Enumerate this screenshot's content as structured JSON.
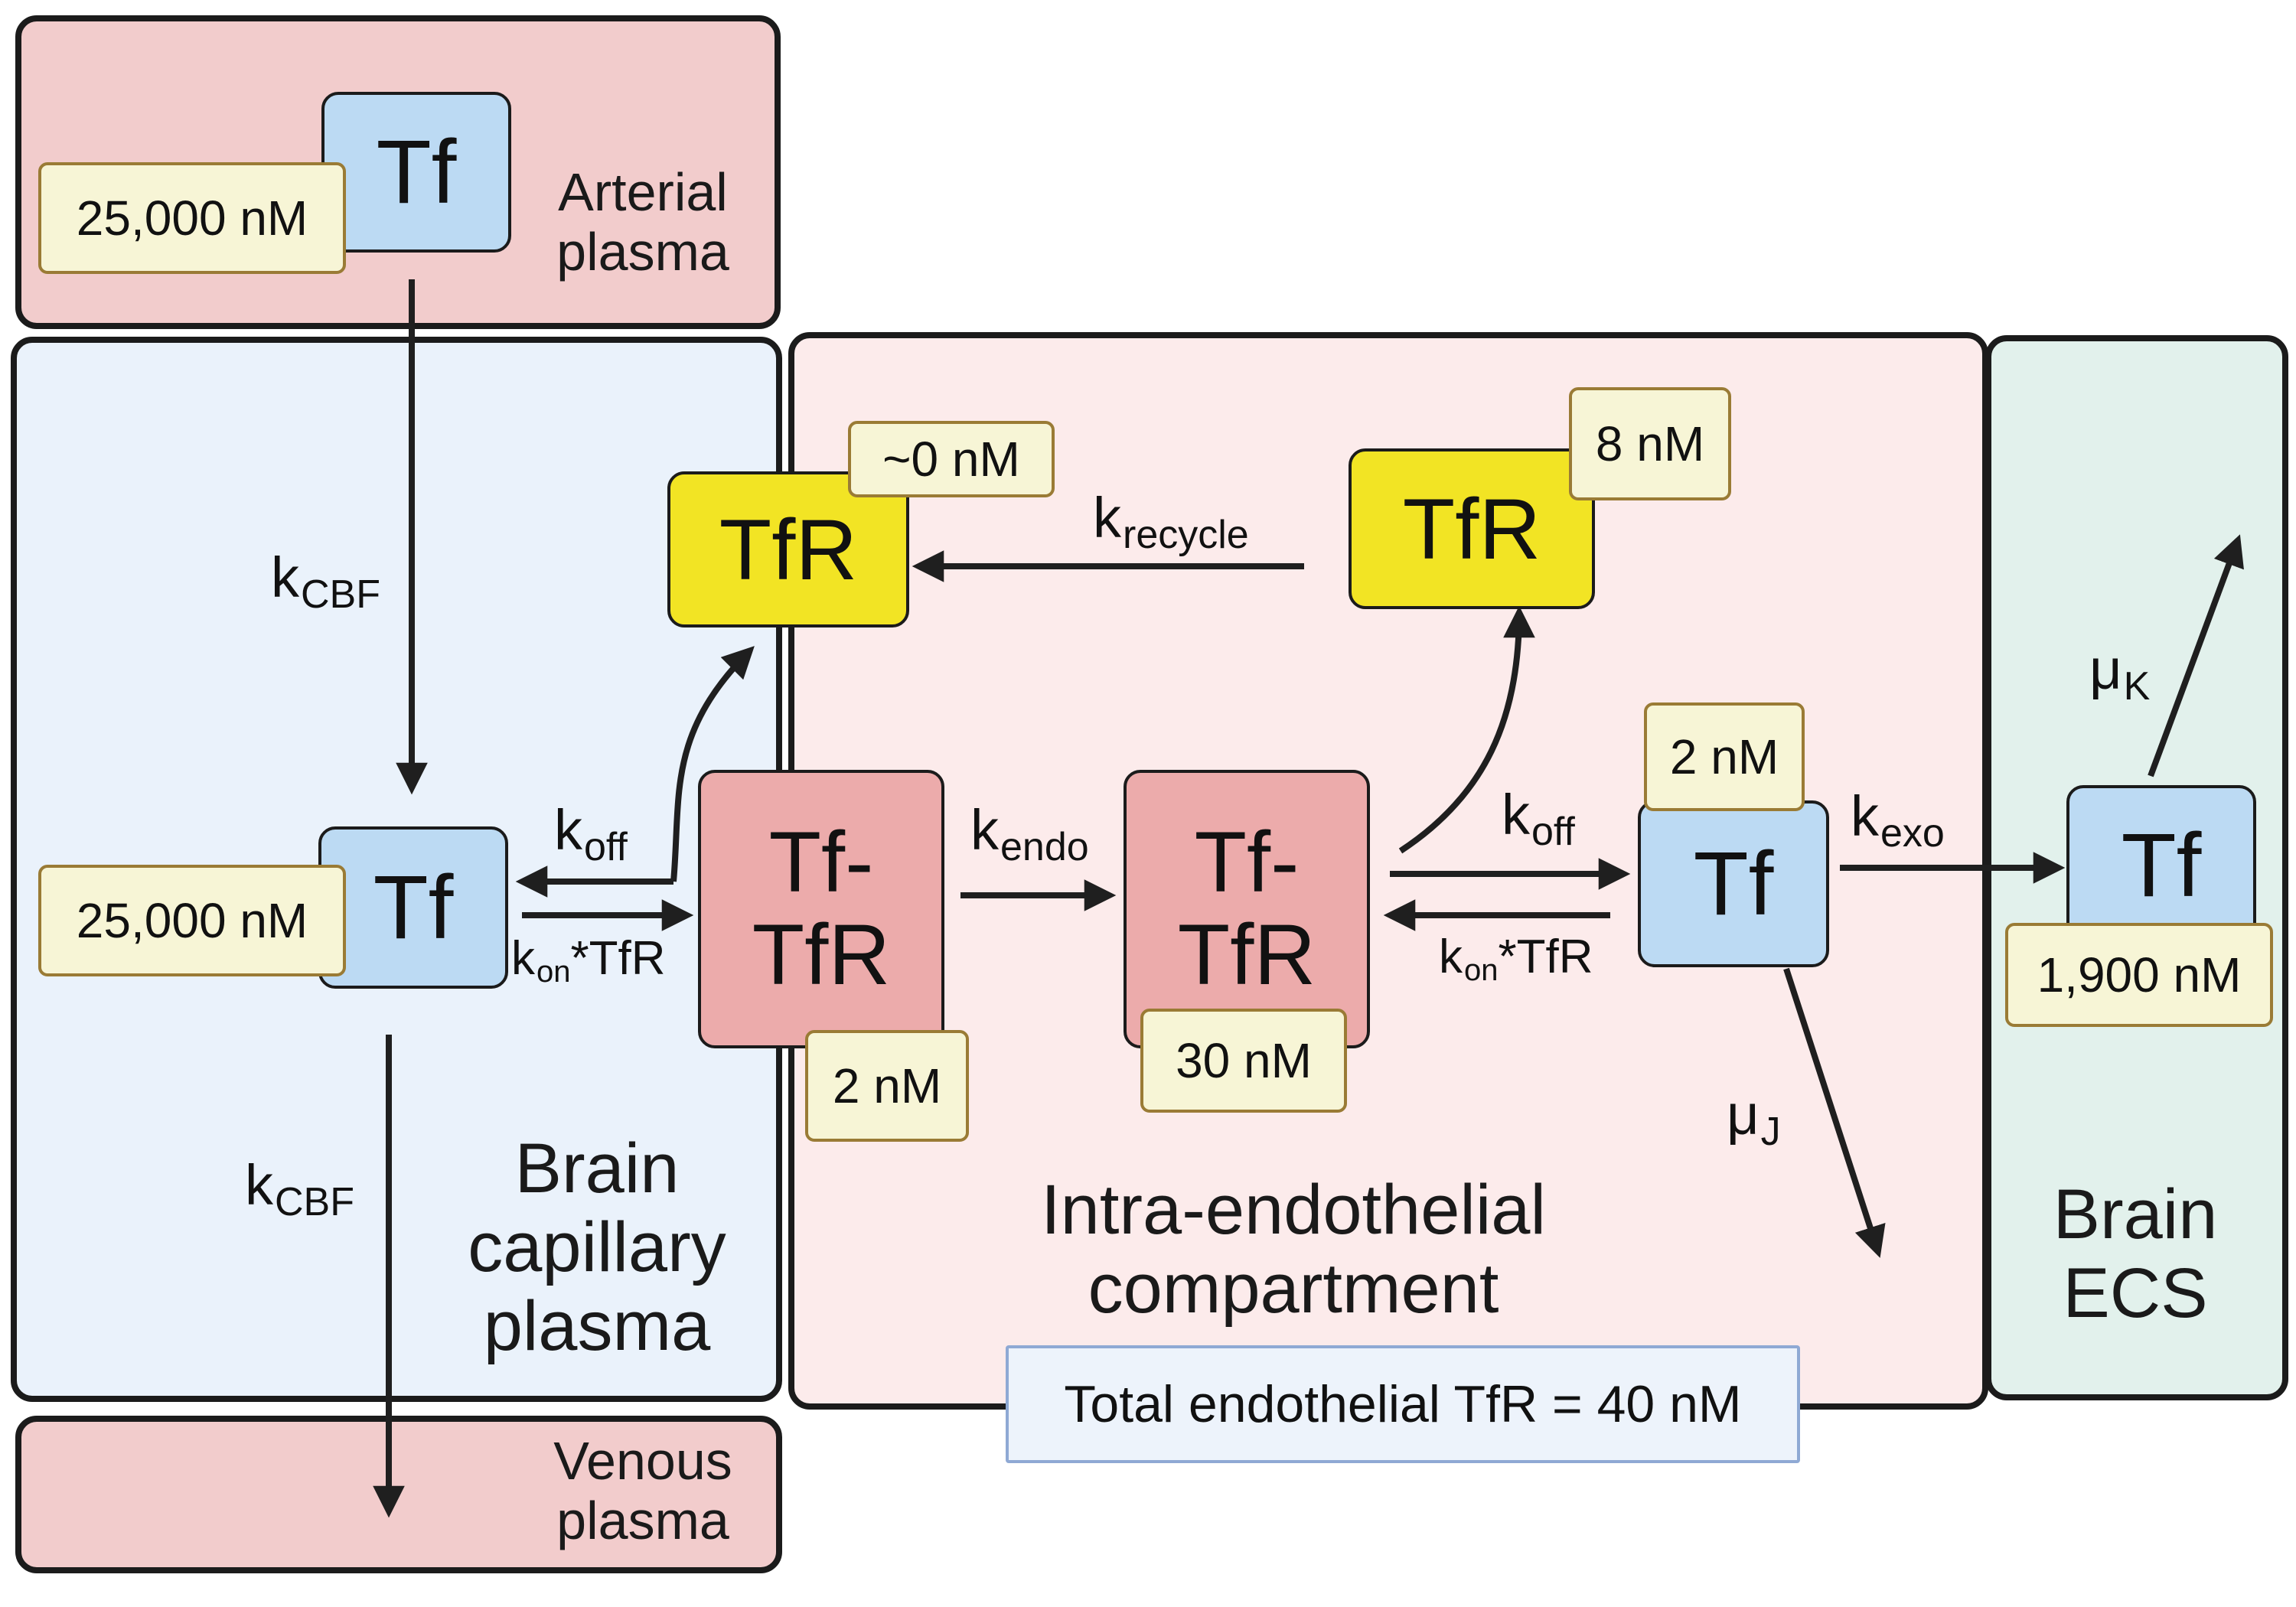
{
  "compartments": {
    "arterial": "Arterial\nplasma",
    "capillary": "Brain\ncapillary\nplasma",
    "endothelial": "Intra-endothelial\ncompartment",
    "ecs": "Brain\nECS",
    "venous": "Venous\nplasma"
  },
  "species": {
    "tf_arterial": "Tf",
    "tf_capillary": "Tf",
    "tfr_luminal": "TfR",
    "tfr_recycled": "TfR",
    "complex_luminal": "Tf-\nTfR",
    "complex_internal": "Tf-\nTfR",
    "tf_endothelial": "Tf",
    "tf_ecs": "Tf"
  },
  "concentrations": {
    "tf_arterial": "25,000 nM",
    "tf_capillary": "25,000 nM",
    "tfr_luminal": "~0 nM",
    "tfr_recycled": "8 nM",
    "complex_luminal": "2 nM",
    "complex_internal": "30 nM",
    "tf_endothelial": "2 nM",
    "tf_ecs": "1,900 nM"
  },
  "rates": {
    "kcbf_top": {
      "base": "k",
      "sub": "CBF"
    },
    "kcbf_bottom": {
      "base": "k",
      "sub": "CBF"
    },
    "koff_left": {
      "base": "k",
      "sub": "off"
    },
    "kon_left": {
      "base": "k",
      "sub": "on",
      "suffix": "*TfR"
    },
    "kendo": {
      "base": "k",
      "sub": "endo"
    },
    "krecycle": {
      "base": "k",
      "sub": "recycle"
    },
    "koff_right": {
      "base": "k",
      "sub": "off"
    },
    "kon_right": {
      "base": "k",
      "sub": "on",
      "suffix": "*TfR"
    },
    "kexo": {
      "base": "k",
      "sub": "exo"
    },
    "muK": {
      "base": "μ",
      "sub": "K"
    },
    "muJ": {
      "base": "μ",
      "sub": "J"
    }
  },
  "total_tfr": "Total endothelial TfR = 40 nM",
  "colors": {
    "arterial_fill": "#f2cccc",
    "venous_fill": "#f2cccc",
    "capillary_fill": "#eaf2fb",
    "endothelial_fill": "#fcebeb",
    "ecs_fill": "#e2f1ec",
    "tf_fill": "#bcdaf3",
    "tfr_fill": "#f2e424",
    "complex_fill": "#ecabab",
    "conc_fill": "#f7f5d6",
    "conc_border": "#9a7b35",
    "total_border": "#8fa9d4",
    "total_fill": "#edf3fb"
  }
}
